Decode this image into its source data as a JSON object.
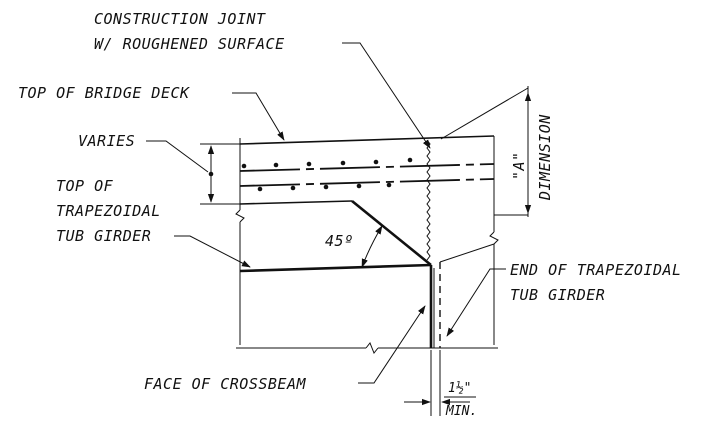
{
  "labels": {
    "construction_joint_1": "CONSTRUCTION JOINT",
    "construction_joint_2": "W/ ROUGHENED SURFACE",
    "top_of_bridge_deck": "TOP OF BRIDGE DECK",
    "varies": "VARIES",
    "top_of_girder_1": "TOP OF",
    "top_of_girder_2": "TRAPEZOIDAL",
    "top_of_girder_3": "TUB GIRDER",
    "angle": "45º",
    "a_dimension_1": "\"A\"",
    "a_dimension_2": "DIMENSION",
    "end_of_girder_1": "END OF TRAPEZOIDAL",
    "end_of_girder_2": "TUB GIRDER",
    "face_of_crossbeam": "FACE OF CROSSBEAM",
    "min_dim_1": "1½\"",
    "min_dim_2": "MIN."
  }
}
